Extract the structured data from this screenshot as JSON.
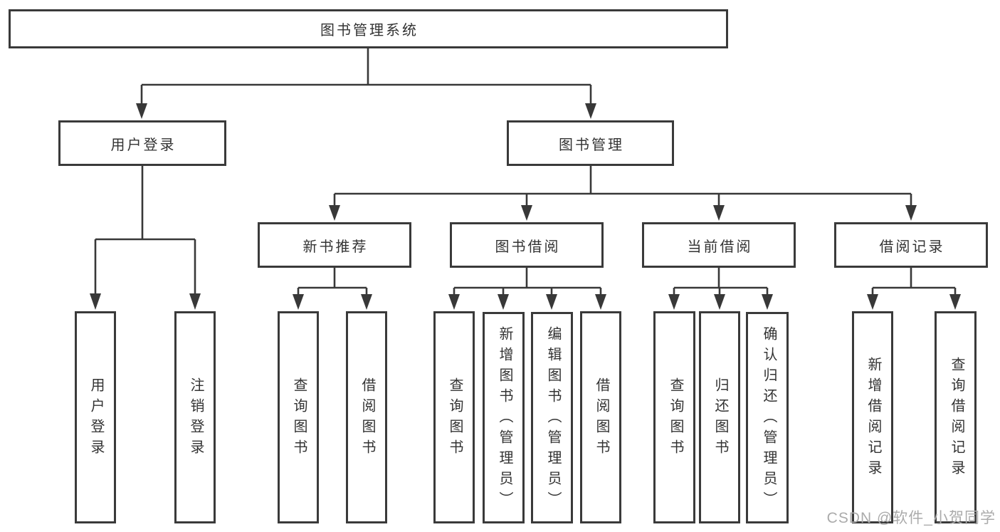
{
  "diagram": {
    "root": "图书管理系统",
    "branches": [
      {
        "label": "用户登录",
        "children": [
          "用户登录",
          "注销登录"
        ]
      },
      {
        "label": "图书管理",
        "children": [
          {
            "label": "新书推荐",
            "children": [
              "查询图书",
              "借阅图书"
            ]
          },
          {
            "label": "图书借阅",
            "children": [
              "查询图书",
              "新增图书（管理员）",
              "编辑图书（管理员）",
              "借阅图书"
            ]
          },
          {
            "label": "当前借阅",
            "children": [
              "查询图书",
              "归还图书",
              "确认归还（管理员）"
            ]
          },
          {
            "label": "借阅记录",
            "children": [
              "新增借阅记录",
              "查询借阅记录"
            ]
          }
        ]
      }
    ]
  },
  "colors": {
    "line": "#383838",
    "text": "#333333",
    "watermark": "#ababab",
    "background": "#ffffff"
  },
  "watermark": "CSDN @软件_小贺同学"
}
